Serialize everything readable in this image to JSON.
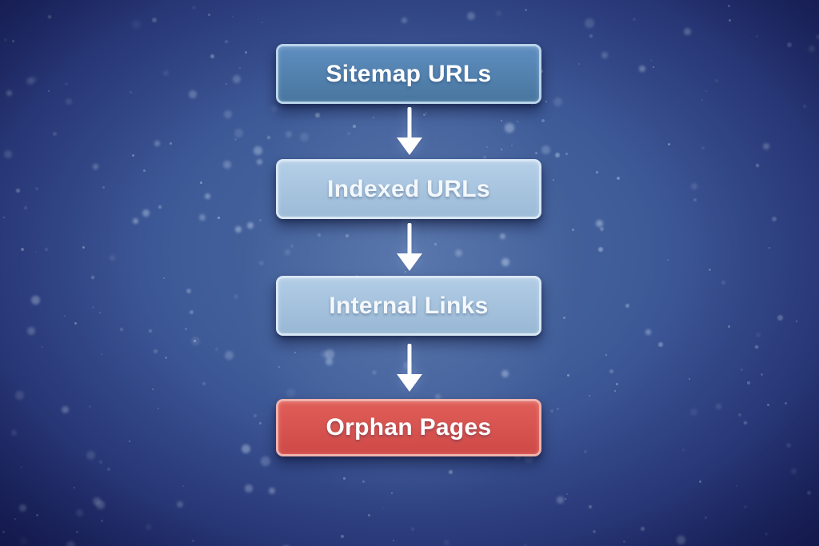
{
  "diagram": {
    "type": "flowchart",
    "direction": "top-to-bottom",
    "background_color": "#32458b",
    "background_edge_color": "#1a2161",
    "speckle_color": "#c3d6ee",
    "arrow_color": "#ffffff",
    "nodes": [
      {
        "id": "sitemap-urls",
        "label": "Sitemap URLs",
        "fill_top": "#5e8ec0",
        "fill_bottom": "#48769f",
        "border": "#b9d4ea",
        "text_color": "#ffffff"
      },
      {
        "id": "indexed-urls",
        "label": "Indexed URLs",
        "fill_top": "#b4cee7",
        "fill_bottom": "#9cbbd7",
        "border": "#d8e7f4",
        "text_color": "#f3f8fc"
      },
      {
        "id": "internal-links",
        "label": "Internal Links",
        "fill_top": "#b1cce5",
        "fill_bottom": "#99b8d5",
        "border": "#d8e7f4",
        "text_color": "#f3f8fc"
      },
      {
        "id": "orphan-pages",
        "label": "Orphan Pages",
        "fill_top": "#e05d58",
        "fill_bottom": "#cf4a47",
        "border": "#efb2ab",
        "text_color": "#ffffff"
      }
    ],
    "edges": [
      {
        "from": "sitemap-urls",
        "to": "indexed-urls"
      },
      {
        "from": "indexed-urls",
        "to": "internal-links"
      },
      {
        "from": "internal-links",
        "to": "orphan-pages"
      }
    ]
  }
}
